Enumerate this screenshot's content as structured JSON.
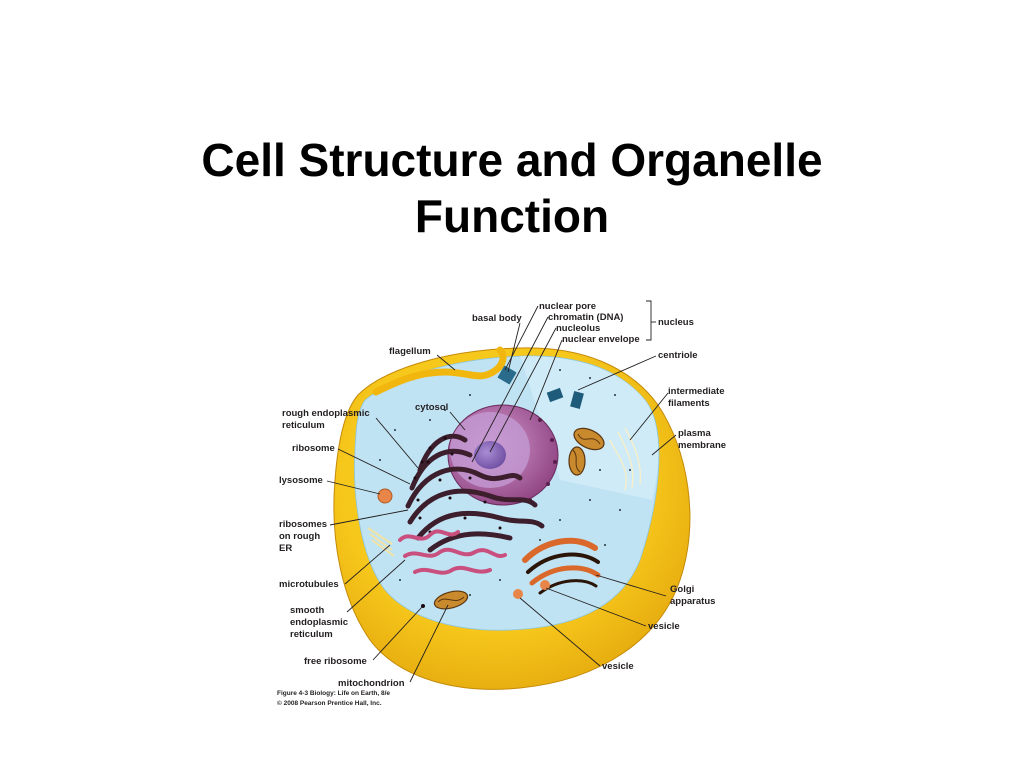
{
  "slide": {
    "title_line1": "Cell Structure and Organelle",
    "title_line2": "Function"
  },
  "figure": {
    "labels": {
      "nuclear_pore": "nuclear pore",
      "chromatin": "chromatin (DNA)",
      "nucleolus": "nucleolus",
      "nuclear_envelope": "nuclear envelope",
      "nucleus": "nucleus",
      "basal_body": "basal body",
      "flagellum": "flagellum",
      "centriole": "centriole",
      "cytosol": "cytosol",
      "intermediate_filaments_1": "intermediate",
      "intermediate_filaments_2": "filaments",
      "plasma_membrane_1": "plasma",
      "plasma_membrane_2": "membrane",
      "rough_er_1": "rough endoplasmic",
      "rough_er_2": "reticulum",
      "ribosome": "ribosome",
      "lysosome": "lysosome",
      "ribosomes_on_er_1": "ribosomes",
      "ribosomes_on_er_2": "on rough",
      "ribosomes_on_er_3": "ER",
      "microtubules": "microtubules",
      "smooth_er_1": "smooth",
      "smooth_er_2": "endoplasmic",
      "smooth_er_3": "reticulum",
      "golgi_1": "Golgi",
      "golgi_2": "apparatus",
      "vesicle_1": "vesicle",
      "vesicle_2": "vesicle",
      "free_ribosome": "free ribosome",
      "mitochondrion": "mitochondrion"
    },
    "caption_line1": "Figure 4-3  Biology: Life on Earth, 8/e",
    "caption_line2": "© 2008 Pearson Prentice Hall, Inc."
  },
  "colors": {
    "membrane": "#f2b70f",
    "cytosol": "#bfe3f3",
    "nucleus": "#a9569a",
    "rough_er": "#3d1e2c",
    "smooth_er": "#c9507e",
    "golgi": "#d9682a"
  }
}
